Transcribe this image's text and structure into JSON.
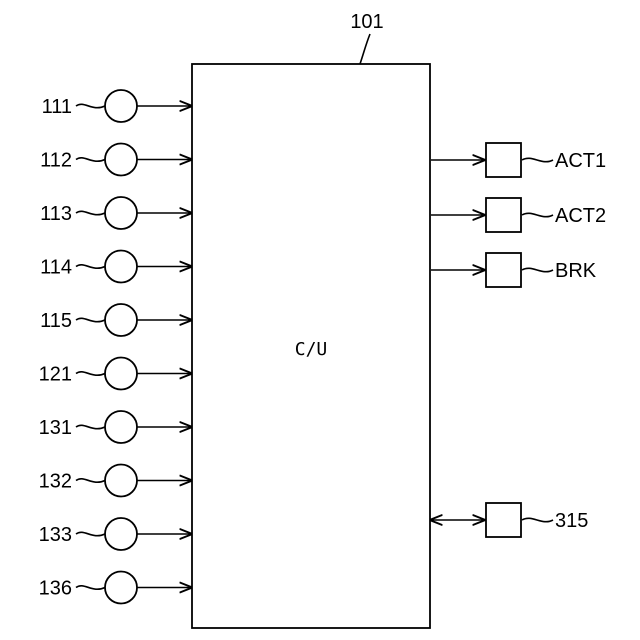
{
  "control_unit": {
    "ref": "101",
    "label": "C/U"
  },
  "inputs": [
    {
      "ref": "111"
    },
    {
      "ref": "112"
    },
    {
      "ref": "113"
    },
    {
      "ref": "114"
    },
    {
      "ref": "115"
    },
    {
      "ref": "121"
    },
    {
      "ref": "131"
    },
    {
      "ref": "132"
    },
    {
      "ref": "133"
    },
    {
      "ref": "136"
    }
  ],
  "outputs": [
    {
      "label": "ACT1",
      "direction": "out"
    },
    {
      "label": "ACT2",
      "direction": "out"
    },
    {
      "label": "BRK",
      "direction": "out"
    },
    {
      "label": "315",
      "direction": "bidirectional"
    }
  ]
}
